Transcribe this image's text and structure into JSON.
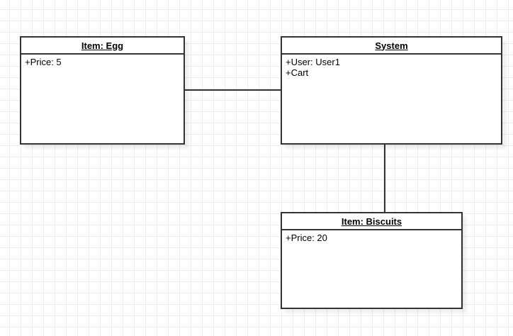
{
  "diagram": {
    "nodes": [
      {
        "id": "egg",
        "title": "Item: Egg",
        "attributes": [
          "+Price: 5"
        ]
      },
      {
        "id": "system",
        "title": "System",
        "attributes": [
          "+User: User1",
          "+Cart"
        ]
      },
      {
        "id": "biscuits",
        "title": "Item: Biscuits",
        "attributes": [
          "+Price: 20"
        ]
      }
    ],
    "edges": [
      {
        "from": "egg",
        "to": "system"
      },
      {
        "from": "system",
        "to": "biscuits"
      }
    ],
    "colors": {
      "line": "#333333",
      "background": "#ffffff",
      "grid": "#ececec"
    }
  }
}
